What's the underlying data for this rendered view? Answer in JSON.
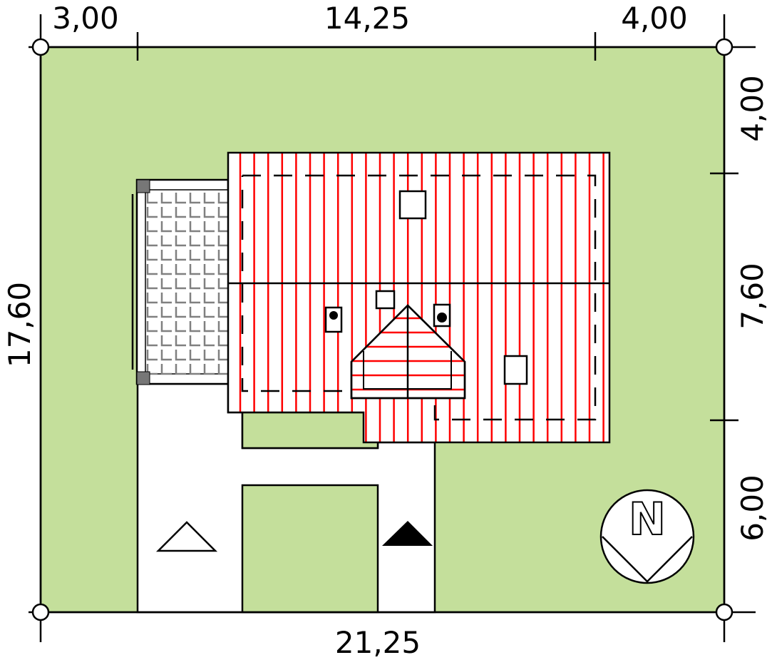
{
  "title": "Site plan",
  "colors": {
    "plot": "#c4df9b",
    "roof_lines": "#ff0000",
    "lines": "#000000",
    "terrace": "#808080"
  },
  "dimensions": {
    "top": [
      "3,00",
      "14,25",
      "4,00"
    ],
    "bottom": "21,25",
    "left": "17,60",
    "right": [
      "4,00",
      "7,60",
      "6,00"
    ]
  },
  "compass": {
    "label": "N"
  }
}
